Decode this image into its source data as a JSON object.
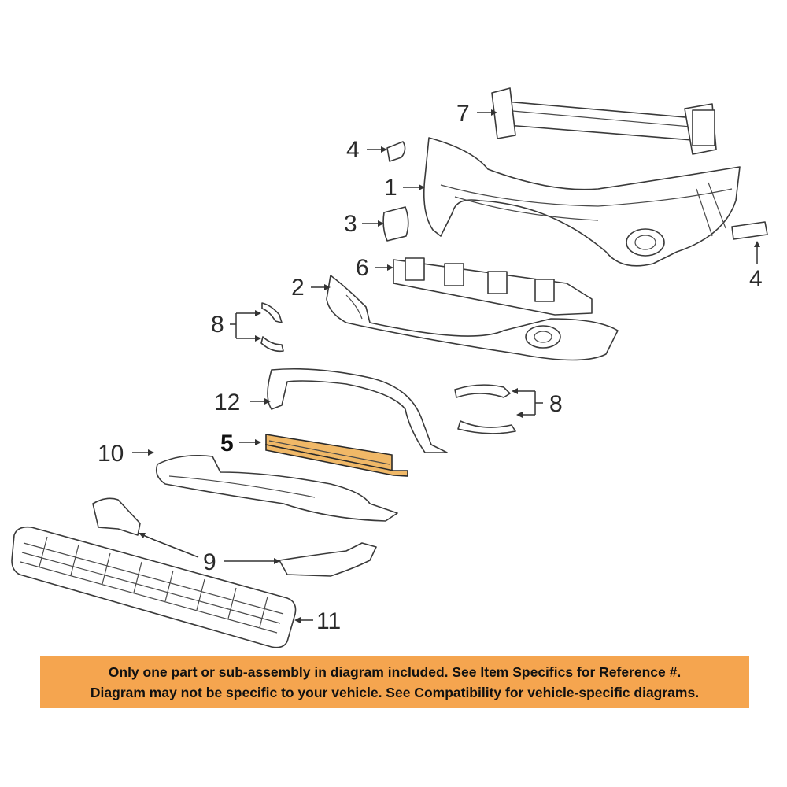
{
  "callouts": {
    "p1": "1",
    "p2": "2",
    "p3": "3",
    "p4a": "4",
    "p4b": "4",
    "p5": "5",
    "p6": "6",
    "p7": "7",
    "p8a": "8",
    "p8b": "8",
    "p9": "9",
    "p10": "10",
    "p11": "11",
    "p12": "12"
  },
  "notice": {
    "line1": "Only one part or sub-assembly in diagram included. See Item Specifics for Reference #.",
    "line2": "Diagram may not be specific to your vehicle. See Compatibility for vehicle-specific diagrams."
  },
  "colors": {
    "highlight_part": "#f0b867",
    "notice_background": "#f5a54f"
  }
}
